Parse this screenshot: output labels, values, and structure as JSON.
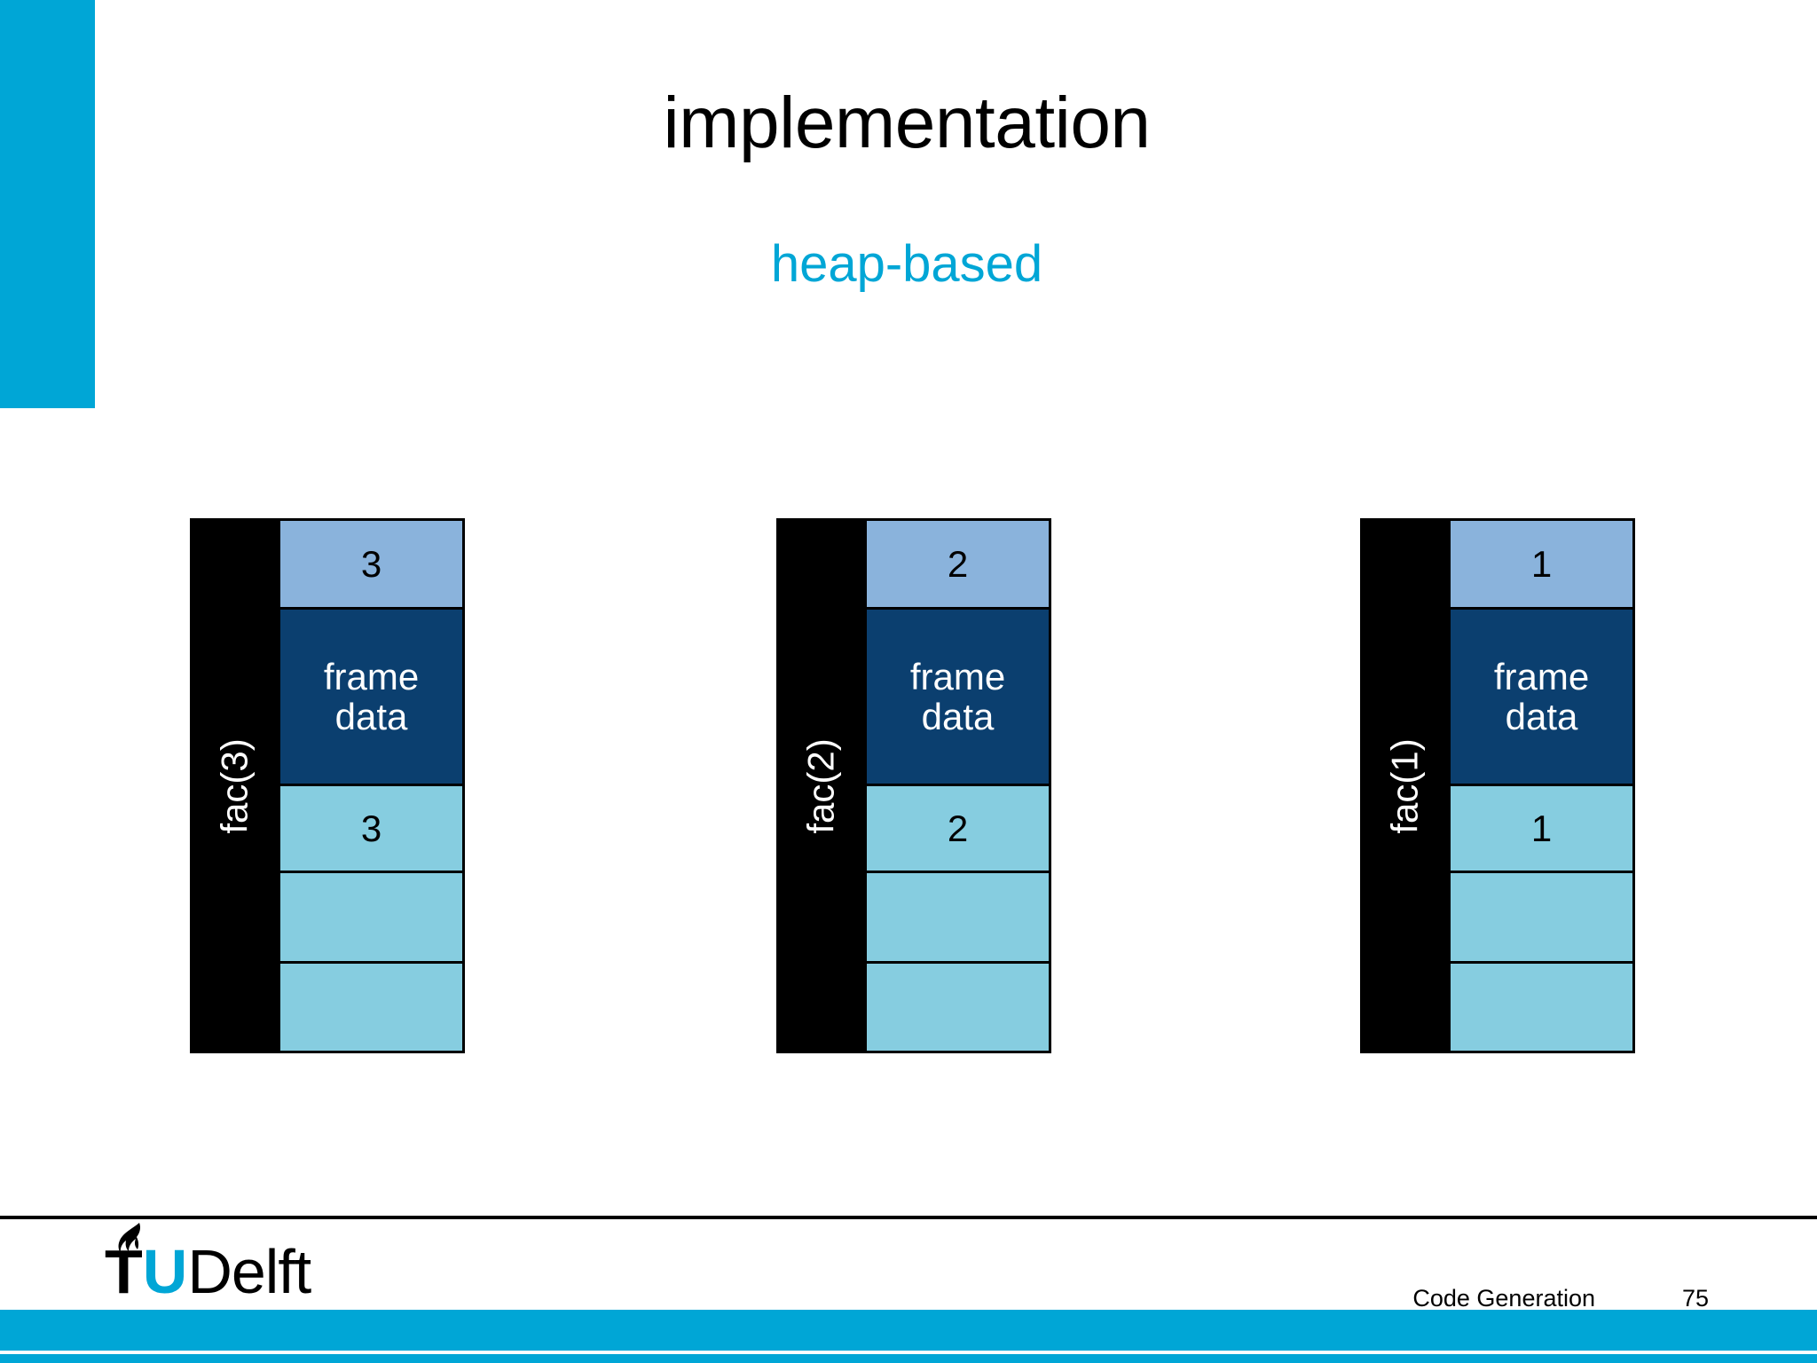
{
  "slide": {
    "title": "implementation",
    "subtitle": "heap-based",
    "accent_color": "#00a6d6",
    "background": "#ffffff"
  },
  "diagram": {
    "type": "memory-frames",
    "colors": {
      "label_block": "#000000",
      "argument_cell": "#8ab3dc",
      "frame_data_cell": "#0b3f6f",
      "slot_cell": "#86cde0",
      "border": "#000000"
    },
    "frames": [
      {
        "label": "fac(3)",
        "cells": [
          {
            "kind": "argument",
            "value": "3"
          },
          {
            "kind": "frame-data",
            "value": "frame\ndata"
          },
          {
            "kind": "slot",
            "value": "3"
          },
          {
            "kind": "slot",
            "value": ""
          },
          {
            "kind": "slot",
            "value": ""
          }
        ]
      },
      {
        "label": "fac(2)",
        "cells": [
          {
            "kind": "argument",
            "value": "2"
          },
          {
            "kind": "frame-data",
            "value": "frame\ndata"
          },
          {
            "kind": "slot",
            "value": "2"
          },
          {
            "kind": "slot",
            "value": ""
          },
          {
            "kind": "slot",
            "value": ""
          }
        ]
      },
      {
        "label": "fac(1)",
        "cells": [
          {
            "kind": "argument",
            "value": "1"
          },
          {
            "kind": "frame-data",
            "value": "frame\ndata"
          },
          {
            "kind": "slot",
            "value": "1"
          },
          {
            "kind": "slot",
            "value": ""
          },
          {
            "kind": "slot",
            "value": ""
          }
        ]
      }
    ]
  },
  "footer": {
    "logo": {
      "icon": "flame-icon",
      "t": "T",
      "u": "U",
      "delft": "Delft"
    },
    "topic": "Code Generation",
    "page_number": "75"
  }
}
